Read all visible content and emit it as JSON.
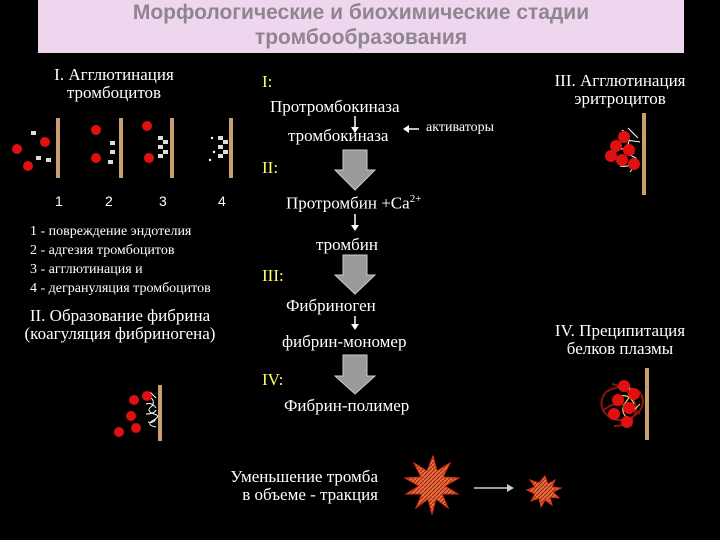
{
  "title": {
    "line1": "Морфологические и биохимические стадии",
    "line2": "тромбообразования"
  },
  "stage_i_morph": {
    "line1": "I. Агглютинация",
    "line2": "тромбоцитов",
    "numbers": [
      "1",
      "2",
      "3",
      "4"
    ],
    "legend": [
      "1 - повреждение эндотелия",
      "2 - адгезия тромбоцитов",
      "3 - агглютинация и",
      "4 - дегрануляция тромбоцитов"
    ]
  },
  "stage_ii_morph": {
    "line1": "II. Образование фибрина",
    "line2": "(коагуляция фибриногена)"
  },
  "stage_iii_morph": {
    "line1": "III. Агглютинация",
    "line2": "эритроцитов"
  },
  "stage_iv_morph": {
    "line1": "IV. Преципитация",
    "line2": "белков плазмы"
  },
  "biochem": {
    "phase1_label": "I:",
    "prothrombokinase": "Протромбокиназа",
    "thrombokinase": "тромбокиназа",
    "activators": "активаторы",
    "phase2_label": "II:",
    "prothrombin": "Протромбин +Са",
    "ca_charge": "2+",
    "thrombin": "тромбин",
    "phase3_label": "III:",
    "fibrinogen": "Фибриноген",
    "fibrin_monomer": "фибрин-мономер",
    "phase4_label": "IV:",
    "fibrin_polymer": "Фибрин-полимер"
  },
  "retraction": {
    "line1": "Уменьшение тромба",
    "line2": "в объеме - тракция"
  },
  "colors": {
    "title_bg": "#efd6ef",
    "title_text": "#8f858f",
    "phase_label": "#ffff66",
    "erythrocyte": "#e01010",
    "vessel_wall": "#c8a070",
    "big_arrow": "#9a9a9a",
    "clot_star": "#d84020"
  }
}
